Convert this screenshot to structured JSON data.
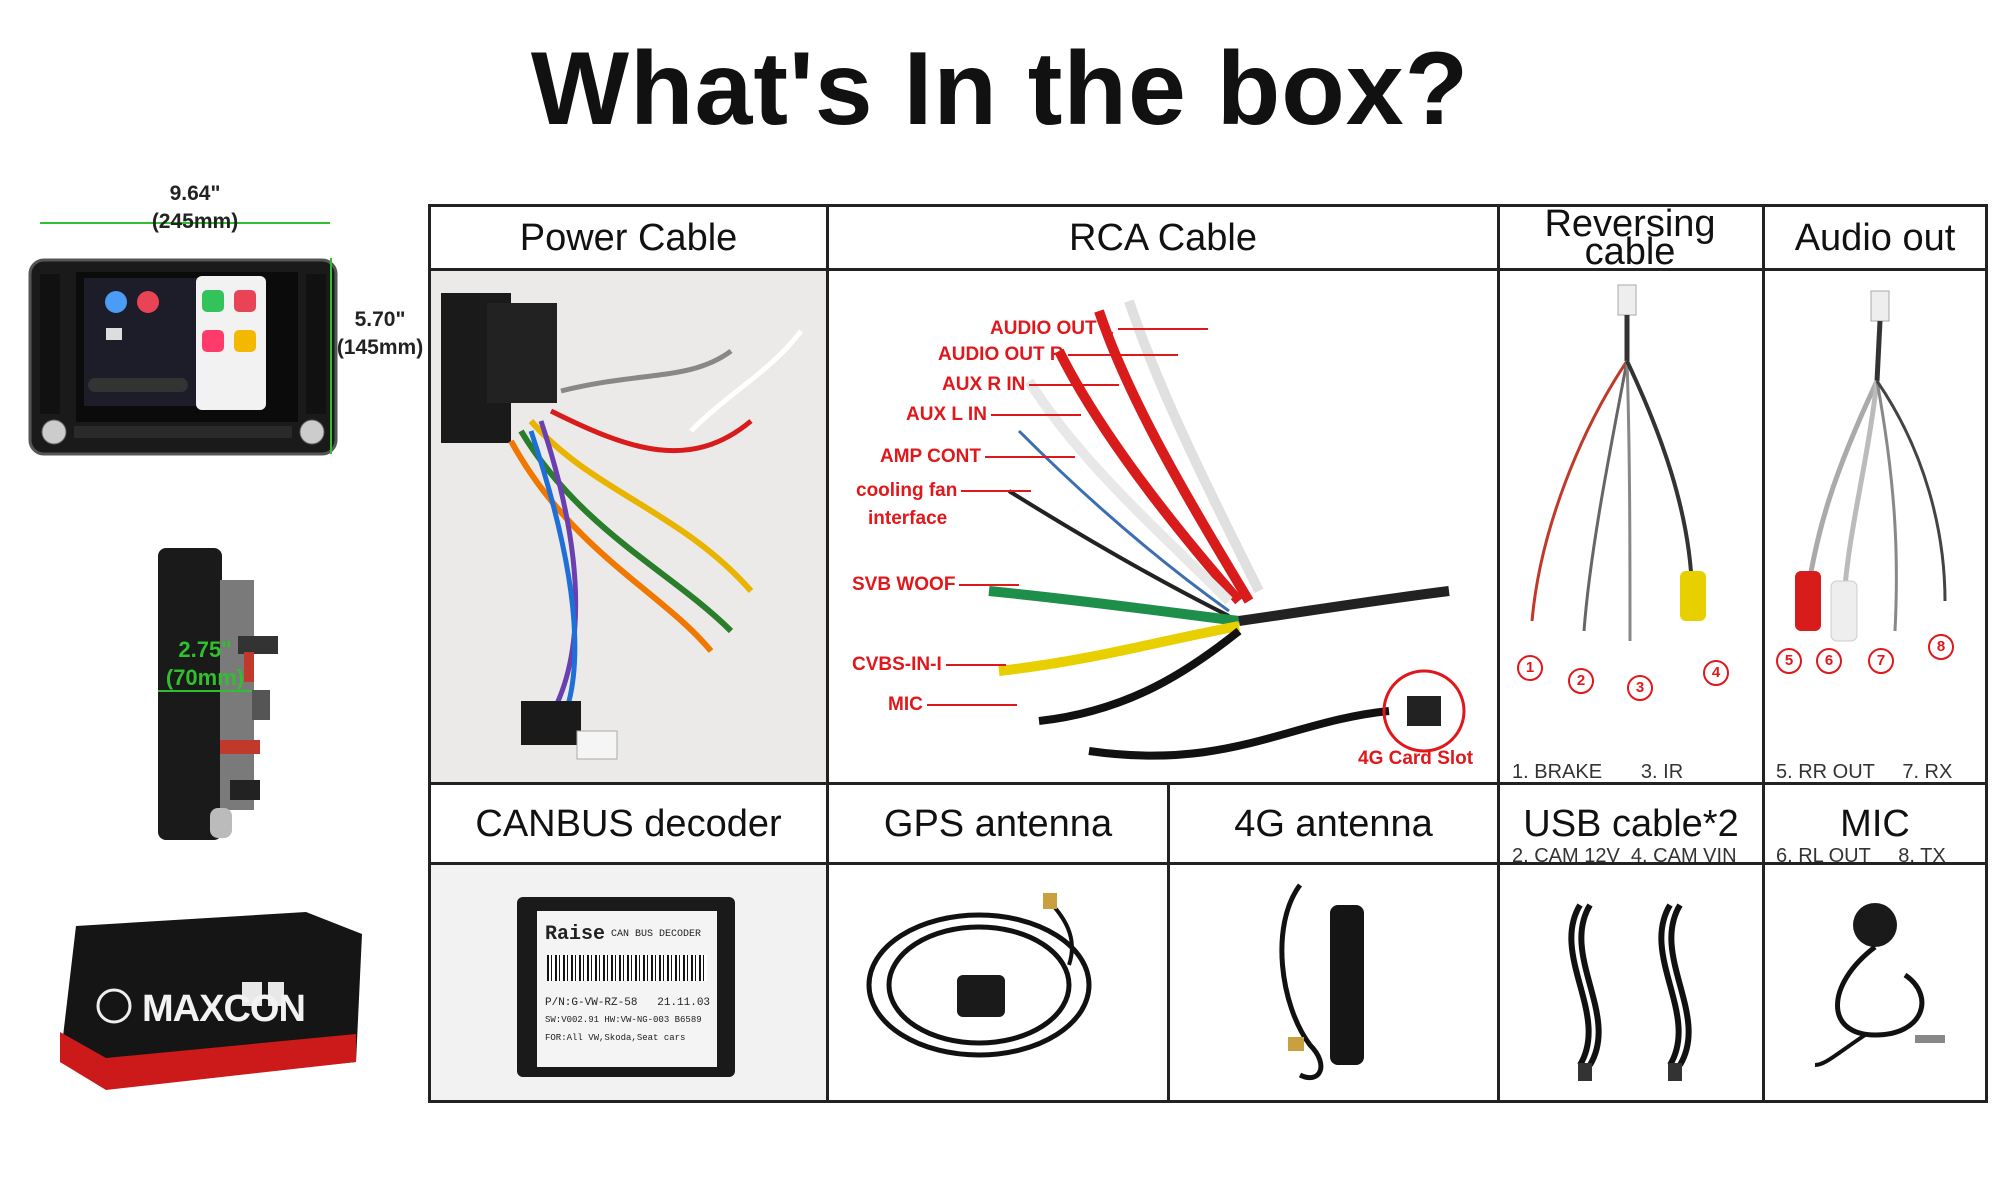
{
  "title": "What's In the box?",
  "dimensions": {
    "width_in": "9.64\"",
    "width_mm": "(245mm)",
    "height_in": "5.70\"",
    "height_mm": "(145mm)",
    "depth_in": "2.75\"",
    "depth_mm": "(70mm)"
  },
  "headers_top": [
    "Power Cable",
    "RCA Cable",
    "Reversing cable",
    "Audio out"
  ],
  "headers_bottom": [
    "CANBUS decoder",
    "GPS antenna",
    "4G antenna",
    "USB cable*2",
    "MIC"
  ],
  "rca_labels": {
    "audio_out_l": "AUDIO OUT L",
    "audio_out_r": "AUDIO OUT R",
    "aux_r_in": "AUX R IN",
    "aux_l_in": "AUX L IN",
    "amp_cont": "AMP CONT",
    "cooling_fan": "cooling fan",
    "interface": "interface",
    "svb_woof": "SVB WOOF",
    "cvbs_in": "CVBS-IN-I",
    "mic": "MIC",
    "card_slot": "4G Card Slot"
  },
  "reversing_legend": {
    "n1": "1",
    "n2": "2",
    "n3": "3",
    "n4": "4",
    "line1": "1. BRAKE       3. IR",
    "line2": "2. CAM 12V  4. CAM VIN"
  },
  "audio_legend": {
    "n5": "5",
    "n6": "6",
    "n7": "7",
    "n8": "8",
    "line1": "5. RR OUT     7. RX",
    "line2": "6. RL OUT     8. TX"
  },
  "decoder_label": {
    "brand": "Raise",
    "name": "CAN BUS DECODER",
    "pn": "P/N:G-VW-RZ-58   21.11.03",
    "sw": "SW:V002.91 HW:VW-NG-003 B6589",
    "for": "FOR:All VW,Skoda,Seat cars"
  },
  "box_brand": "MAXCON",
  "colors": {
    "red_label": "#e0181b",
    "dimension_green": "#2fbf2f",
    "grid": "#222222"
  }
}
